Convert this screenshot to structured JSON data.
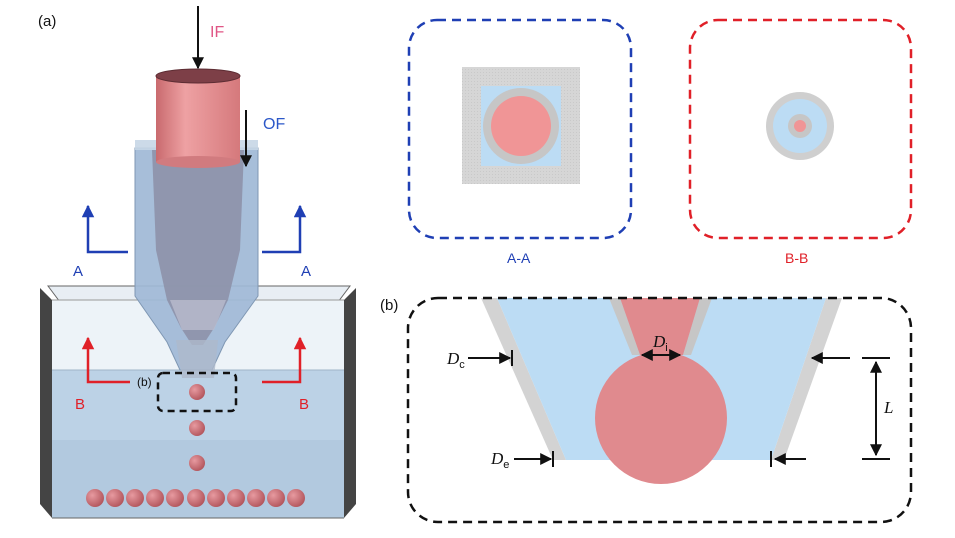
{
  "panel_a": {
    "label": "(a)"
  },
  "panel_b": {
    "label": "(b)",
    "inset_label": "(b)"
  },
  "fluids": {
    "inner": "IF",
    "outer": "OF"
  },
  "section_markers": {
    "a_left": "A",
    "a_right": "A",
    "b_left": "B",
    "b_right": "B"
  },
  "sections": {
    "aa": "A-A",
    "bb": "B-B"
  },
  "dimensions": {
    "dc_main": "D",
    "dc_sub": "c",
    "de_main": "D",
    "de_sub": "e",
    "di_main": "D",
    "di_sub": "i",
    "length": "L"
  },
  "colors": {
    "inner_fluid": "#f09596",
    "inner_fluid_dark": "#d9787c",
    "outer_fluid": "#bcdcf4",
    "capillary": "#d3d3d3",
    "section_aa_border": "#1f3fb4",
    "section_bb_border": "#e02028",
    "section_a_arrow": "#1f3fb4",
    "section_b_arrow": "#e02028",
    "label_if": "#e05585",
    "label_of": "#2b57c8",
    "frame": "#111111"
  }
}
